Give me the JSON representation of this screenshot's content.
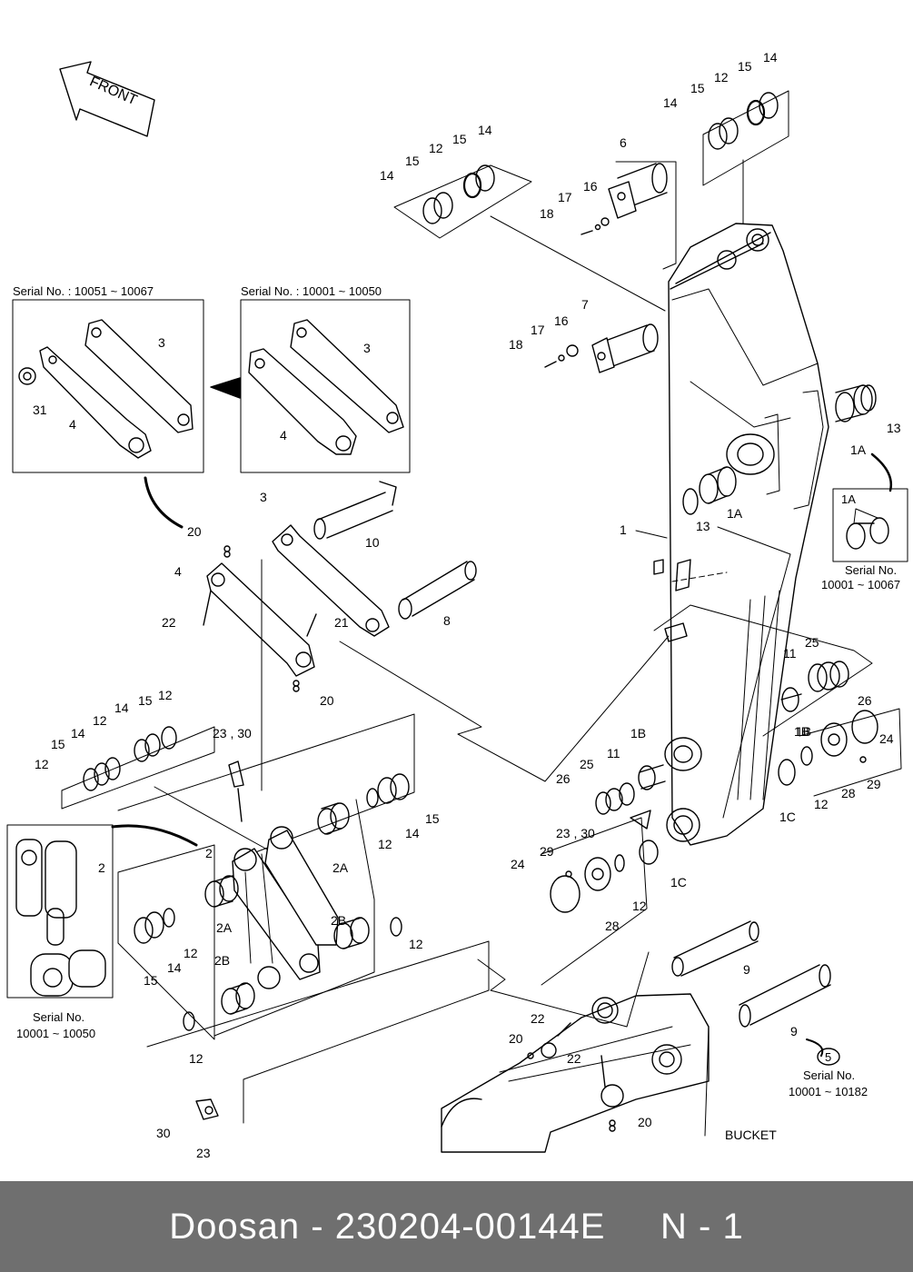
{
  "direction_label": "FRONT",
  "insets": {
    "left_serial": "Serial No. : 10051 ~ 10067",
    "right_serial": "Serial No. : 10001 ~ 10050"
  },
  "serial_notes": {
    "link_inset_line1": "Serial No.",
    "link_inset_line2": "10001 ~ 10050",
    "bushing_line1": "Serial No.",
    "bushing_line2": "10001 ~ 10067",
    "pin_line1": "Serial No.",
    "pin_line2": "10001 ~ 10182",
    "pin_ref": "5"
  },
  "bucket_label": "BUCKET",
  "part_numbers": [
    "1",
    "1A",
    "1B",
    "1C",
    "2",
    "2A",
    "2B",
    "3",
    "4",
    "6",
    "7",
    "8",
    "9",
    "10",
    "11",
    "12",
    "13",
    "14",
    "15",
    "16",
    "17",
    "18",
    "20",
    "21",
    "22",
    "23",
    "23 , 30",
    "24",
    "25",
    "26",
    "28",
    "29",
    "30",
    "31"
  ],
  "callouts": {
    "c14a": "14",
    "c15a": "15",
    "c12a": "12",
    "c15b": "15",
    "c14b": "14",
    "c14c": "14",
    "c15c": "15",
    "c12c": "12",
    "c15d": "15",
    "c14d": "14",
    "c6": "6",
    "c16a": "16",
    "c17a": "17",
    "c18a": "18",
    "c7": "7",
    "c16b": "16",
    "c17b": "17",
    "c18b": "18",
    "c13a": "13",
    "c1Aa": "1A",
    "c13b": "13",
    "c1Ab": "1A",
    "c1": "1",
    "c3a": "3",
    "c4a": "4",
    "c31": "31",
    "c3b": "3",
    "c4b": "4",
    "c20a": "20",
    "c3c": "3",
    "c4c": "4",
    "c10": "10",
    "c22a": "22",
    "c21": "21",
    "c8": "8",
    "c20b": "20",
    "c11a": "11",
    "c25a": "25",
    "c26a": "26",
    "c1Ba": "1B",
    "c24a": "24",
    "c1Bb": "1B",
    "c12d": "12",
    "c29a": "29",
    "c28a": "28",
    "c1Ca": "1C",
    "c12e": "12",
    "c15e": "15",
    "c14e": "14",
    "c12f": "12",
    "c14f": "14",
    "c15f": "15",
    "c12g": "12",
    "c2330a": "23 , 30",
    "c11b": "11",
    "c25b": "25",
    "c26b": "26",
    "c1Bc": "1B",
    "c2330b": "23 , 30",
    "c24b": "24",
    "c29b": "29",
    "c1Cb": "1C",
    "c12h": "12",
    "c28b": "28",
    "c2a": "2",
    "c2b": "2",
    "c2Aa": "2A",
    "c12i": "12",
    "c14g": "14",
    "c15g": "15",
    "c2Ab": "2A",
    "c2Ba": "2B",
    "c2Bb": "2B",
    "c12j": "12",
    "c15h": "15",
    "c14h": "14",
    "c12k": "12",
    "c12l": "12",
    "c9a": "9",
    "c9b": "9",
    "c22b": "22",
    "c20c": "20",
    "c22c": "22",
    "c20d": "20",
    "c30": "30",
    "c23": "23"
  },
  "footer": {
    "brand": "Doosan",
    "separator": "-",
    "part_number": "230204-00144E",
    "page": "N - 1"
  }
}
